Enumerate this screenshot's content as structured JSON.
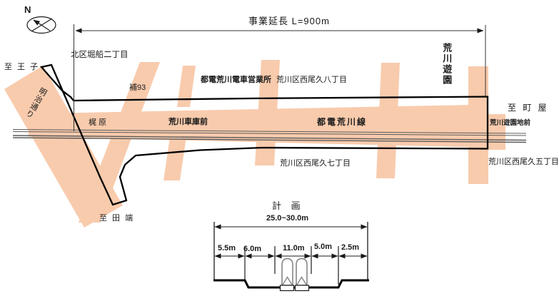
{
  "colors": {
    "road_fill": "#F8CBAD",
    "outline": "#1a1a1a",
    "track": "#5a5a5a"
  },
  "compass": {
    "north_label": "N"
  },
  "plan": {
    "project_length_label": "事業延長 L=900m"
  },
  "map": {
    "directions": {
      "to_oji": "至 王 子",
      "to_machiya": "至 町 屋",
      "to_tabata": "至 田 端"
    },
    "districts": {
      "kitaku_horifune_2": "北区堀船二丁目",
      "nishiogu_8": "荒川区西尾久八丁目",
      "nishiogu_7": "荒川区西尾久七丁目",
      "nishiogu_5": "荒川区西尾久五丁目"
    },
    "roads": {
      "meiji_dori": "明治通り",
      "ho_93": "補93",
      "toden_arakawa_line": "都電荒川線"
    },
    "stops": {
      "kajiwara": "梶 原",
      "arakawa_shako_mae": "荒川車庫前",
      "arakawa_yuenchi_mae": "荒川遊園地前"
    },
    "places": {
      "toden_depot": "都電荒川電車営業所",
      "arakawa_yuen": "荒川遊園"
    }
  },
  "cross_section": {
    "title": "計 画",
    "total_width_label": "25.0~30.0m",
    "segment_labels": [
      "5.5m",
      "6.0m",
      "11.0m",
      "5.0m",
      "2.5m"
    ],
    "segment_widths_m": [
      5.5,
      6.0,
      11.0,
      5.0,
      2.5
    ]
  }
}
